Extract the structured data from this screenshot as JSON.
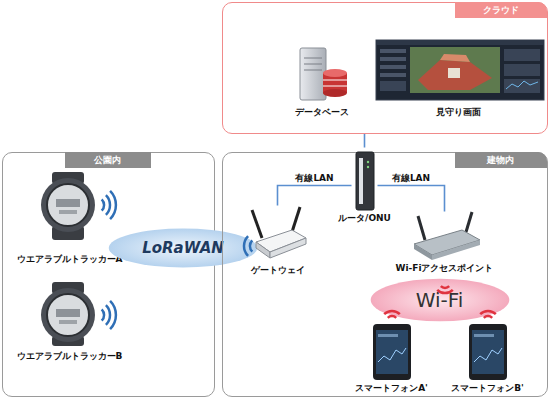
{
  "diagram": {
    "nodes": [
      {
        "text": [
          "クラウド"
        ]
      },
      {
        "text": [
          "データベース"
        ],
        "in": 0
      },
      {
        "text": [
          "見守り画面"
        ],
        "in": 0
      },
      {
        "text": [
          "公園内"
        ]
      },
      {
        "text": [
          "ウエアラブルトラッカーA"
        ],
        "in": 3
      },
      {
        "text": [
          "ウエアラブルトラッカーB"
        ],
        "in": 3
      },
      {
        "text": [
          "LoRaWAN"
        ]
      },
      {
        "text": [
          "建物内"
        ]
      },
      {
        "text": [
          "ゲートウェイ"
        ],
        "in": 7
      },
      {
        "text": [
          "ルータ/ONU"
        ],
        "in": 7
      },
      {
        "text": [
          "Wi-Fiアクセスポイント"
        ],
        "in": 7
      },
      {
        "text": [
          "Wi-Fi"
        ],
        "in": 7
      },
      {
        "text": [
          "スマートフォンA'"
        ],
        "in": 7
      },
      {
        "text": [
          "スマートフォンB'"
        ],
        "in": 7
      }
    ],
    "edges": [
      {
        "from": 9,
        "to": 0,
        "arrow": "none"
      },
      {
        "from": 9,
        "to": 8,
        "label": "有線LAN",
        "arrow": "none"
      },
      {
        "from": 9,
        "to": 10,
        "label": "有線LAN",
        "arrow": "none"
      }
    ]
  }
}
